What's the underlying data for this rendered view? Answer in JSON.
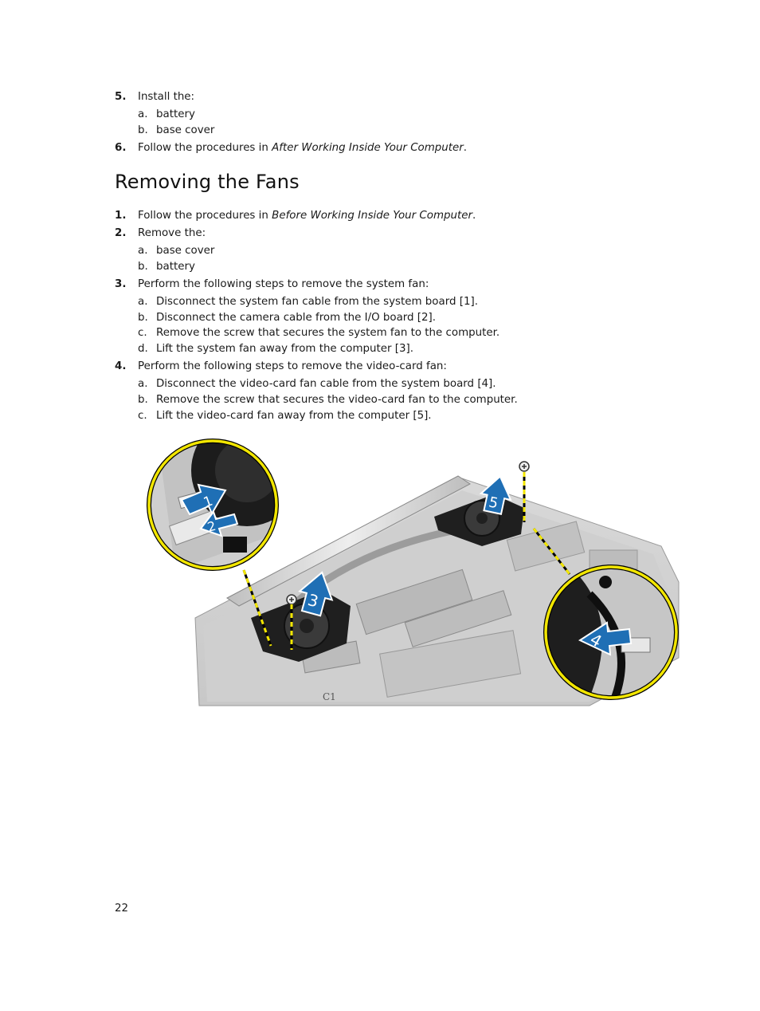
{
  "top_steps": [
    {
      "num": "5.",
      "text": "Install the:",
      "subs": [
        {
          "letter": "a.",
          "text": "battery"
        },
        {
          "letter": "b.",
          "text": "base cover"
        }
      ]
    },
    {
      "num": "6.",
      "text_before": "Follow the procedures in ",
      "text_italic": "After Working Inside Your Computer",
      "text_after": "."
    }
  ],
  "heading": "Removing the Fans",
  "steps": [
    {
      "num": "1.",
      "text_before": "Follow the procedures in ",
      "text_italic": "Before Working Inside Your Computer",
      "text_after": "."
    },
    {
      "num": "2.",
      "text": "Remove the:",
      "subs": [
        {
          "letter": "a.",
          "text": "base cover"
        },
        {
          "letter": "b.",
          "text": "battery"
        }
      ]
    },
    {
      "num": "3.",
      "text": "Perform the following steps to remove the system fan:",
      "subs": [
        {
          "letter": "a.",
          "text": "Disconnect the system fan cable from the system board [1]."
        },
        {
          "letter": "b.",
          "text": "Disconnect the camera cable from the I/O board [2]."
        },
        {
          "letter": "c.",
          "text": "Remove the screw that secures the system fan to the computer."
        },
        {
          "letter": "d.",
          "text": "Lift the system fan away from the computer [3]."
        }
      ]
    },
    {
      "num": "4.",
      "text": "Perform the following steps to remove the video-card fan:",
      "subs": [
        {
          "letter": "a.",
          "text": "Disconnect the video-card fan cable from the system board [4]."
        },
        {
          "letter": "b.",
          "text": "Remove the screw that secures the video-card fan to the computer."
        },
        {
          "letter": "c.",
          "text": "Lift the video-card fan away from the computer [5]."
        }
      ]
    }
  ],
  "figure": {
    "callouts": [
      "1",
      "2",
      "3",
      "4",
      "5"
    ],
    "board_label": "C1",
    "colors": {
      "callout_ring": "#f2e600",
      "arrow": "#1f6fb5"
    }
  },
  "page_number": "22"
}
